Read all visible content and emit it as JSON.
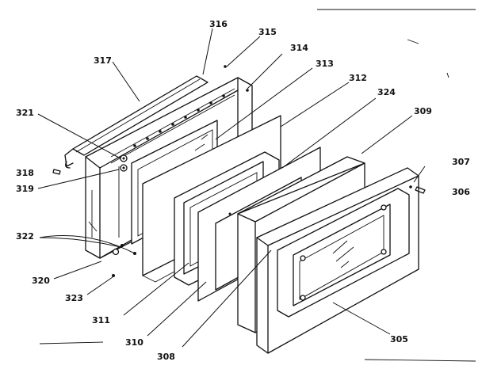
{
  "labels": {
    "p305": "305",
    "p306": "306",
    "p307": "307",
    "p308": "308",
    "p309": "309",
    "p310": "310",
    "p311": "311",
    "p312": "312",
    "p313": "313",
    "p314": "314",
    "p315": "315",
    "p316": "316",
    "p317": "317",
    "p318": "318",
    "p319": "319",
    "p320": "320",
    "p321": "321",
    "p322": "322",
    "p323": "323",
    "p324": "324"
  }
}
